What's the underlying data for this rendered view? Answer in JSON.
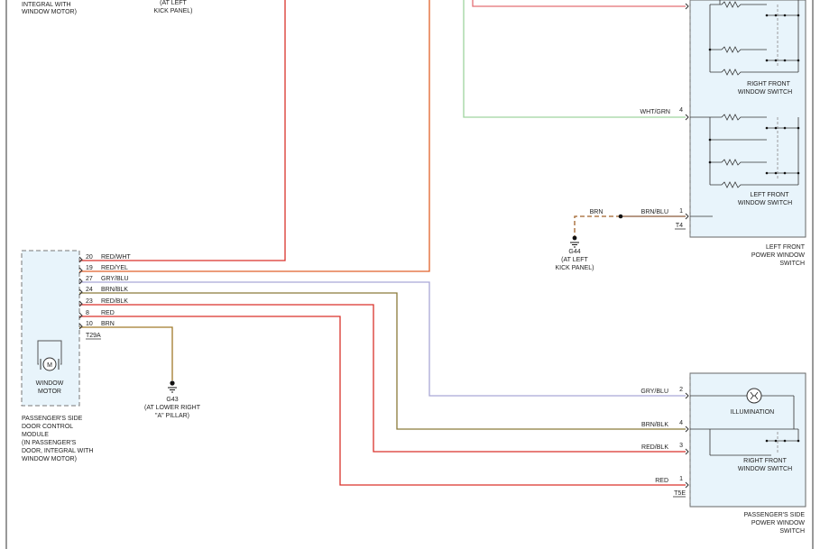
{
  "top_labels": {
    "dcm_top": [
      "INTEGRAL WITH",
      "WINDOW MOTOR)"
    ],
    "kick_top": [
      "(AT LEFT",
      "KICK PANEL)"
    ]
  },
  "dcm_module": {
    "motor_symbol": "M",
    "window_motor": [
      "WINDOW",
      "MOTOR"
    ],
    "caption": [
      "PASSENGER'S SIDE",
      "DOOR CONTROL",
      "MODULE",
      "(IN PASSENGER'S",
      "DOOR, INTEGRAL WITH",
      "WINDOW MOTOR)"
    ],
    "connector": "T29A",
    "pins": [
      {
        "pin": "20",
        "wire": "RED/WHT"
      },
      {
        "pin": "19",
        "wire": "RED/YEL"
      },
      {
        "pin": "27",
        "wire": "GRY/BLU"
      },
      {
        "pin": "24",
        "wire": "BRN/BLK"
      },
      {
        "pin": "23",
        "wire": "RED/BLK"
      },
      {
        "pin": "8",
        "wire": "RED"
      },
      {
        "pin": "10",
        "wire": "BRN"
      }
    ]
  },
  "ground_g43": {
    "id": "G43",
    "location": [
      "(AT LOWER RIGHT",
      "\"A\" PILLAR)"
    ]
  },
  "ground_g44": {
    "id": "G44",
    "location": [
      "(AT LEFT",
      "KICK PANEL)"
    ]
  },
  "left_front_switch": {
    "right_front_label": [
      "RIGHT FRONT",
      "WINDOW SWITCH"
    ],
    "left_front_label": [
      "LEFT FRONT",
      "WINDOW SWITCH"
    ],
    "caption": [
      "LEFT FRONT",
      "POWER WINDOW",
      "SWITCH"
    ],
    "connector": "T4",
    "pins": [
      {
        "pin": "4",
        "wire": "WHT/GRN"
      },
      {
        "pin": "1",
        "wire": "BRN/BLU"
      }
    ],
    "ground_wire": "BRN"
  },
  "passenger_switch": {
    "illumination": "ILLUMINATION",
    "right_front_label": [
      "RIGHT FRONT",
      "WINDOW SWITCH"
    ],
    "caption": [
      "PASSENGER'S SIDE",
      "POWER WINDOW",
      "SWITCH"
    ],
    "connector": "T5E",
    "pins": [
      {
        "pin": "2",
        "wire": "GRY/BLU"
      },
      {
        "pin": "4",
        "wire": "BRN/BLK"
      },
      {
        "pin": "3",
        "wire": "RED/BLK"
      },
      {
        "pin": "1",
        "wire": "RED"
      }
    ]
  },
  "colors": {
    "red": "#d9322b",
    "orange": "#e0622a",
    "grayblue": "#a9a7d6",
    "olive": "#8a7a3a",
    "brown": "#a0622a",
    "brnblu": "#8a5a3a",
    "green": "#9fd49f",
    "module_fill": "#e8f4fb"
  }
}
